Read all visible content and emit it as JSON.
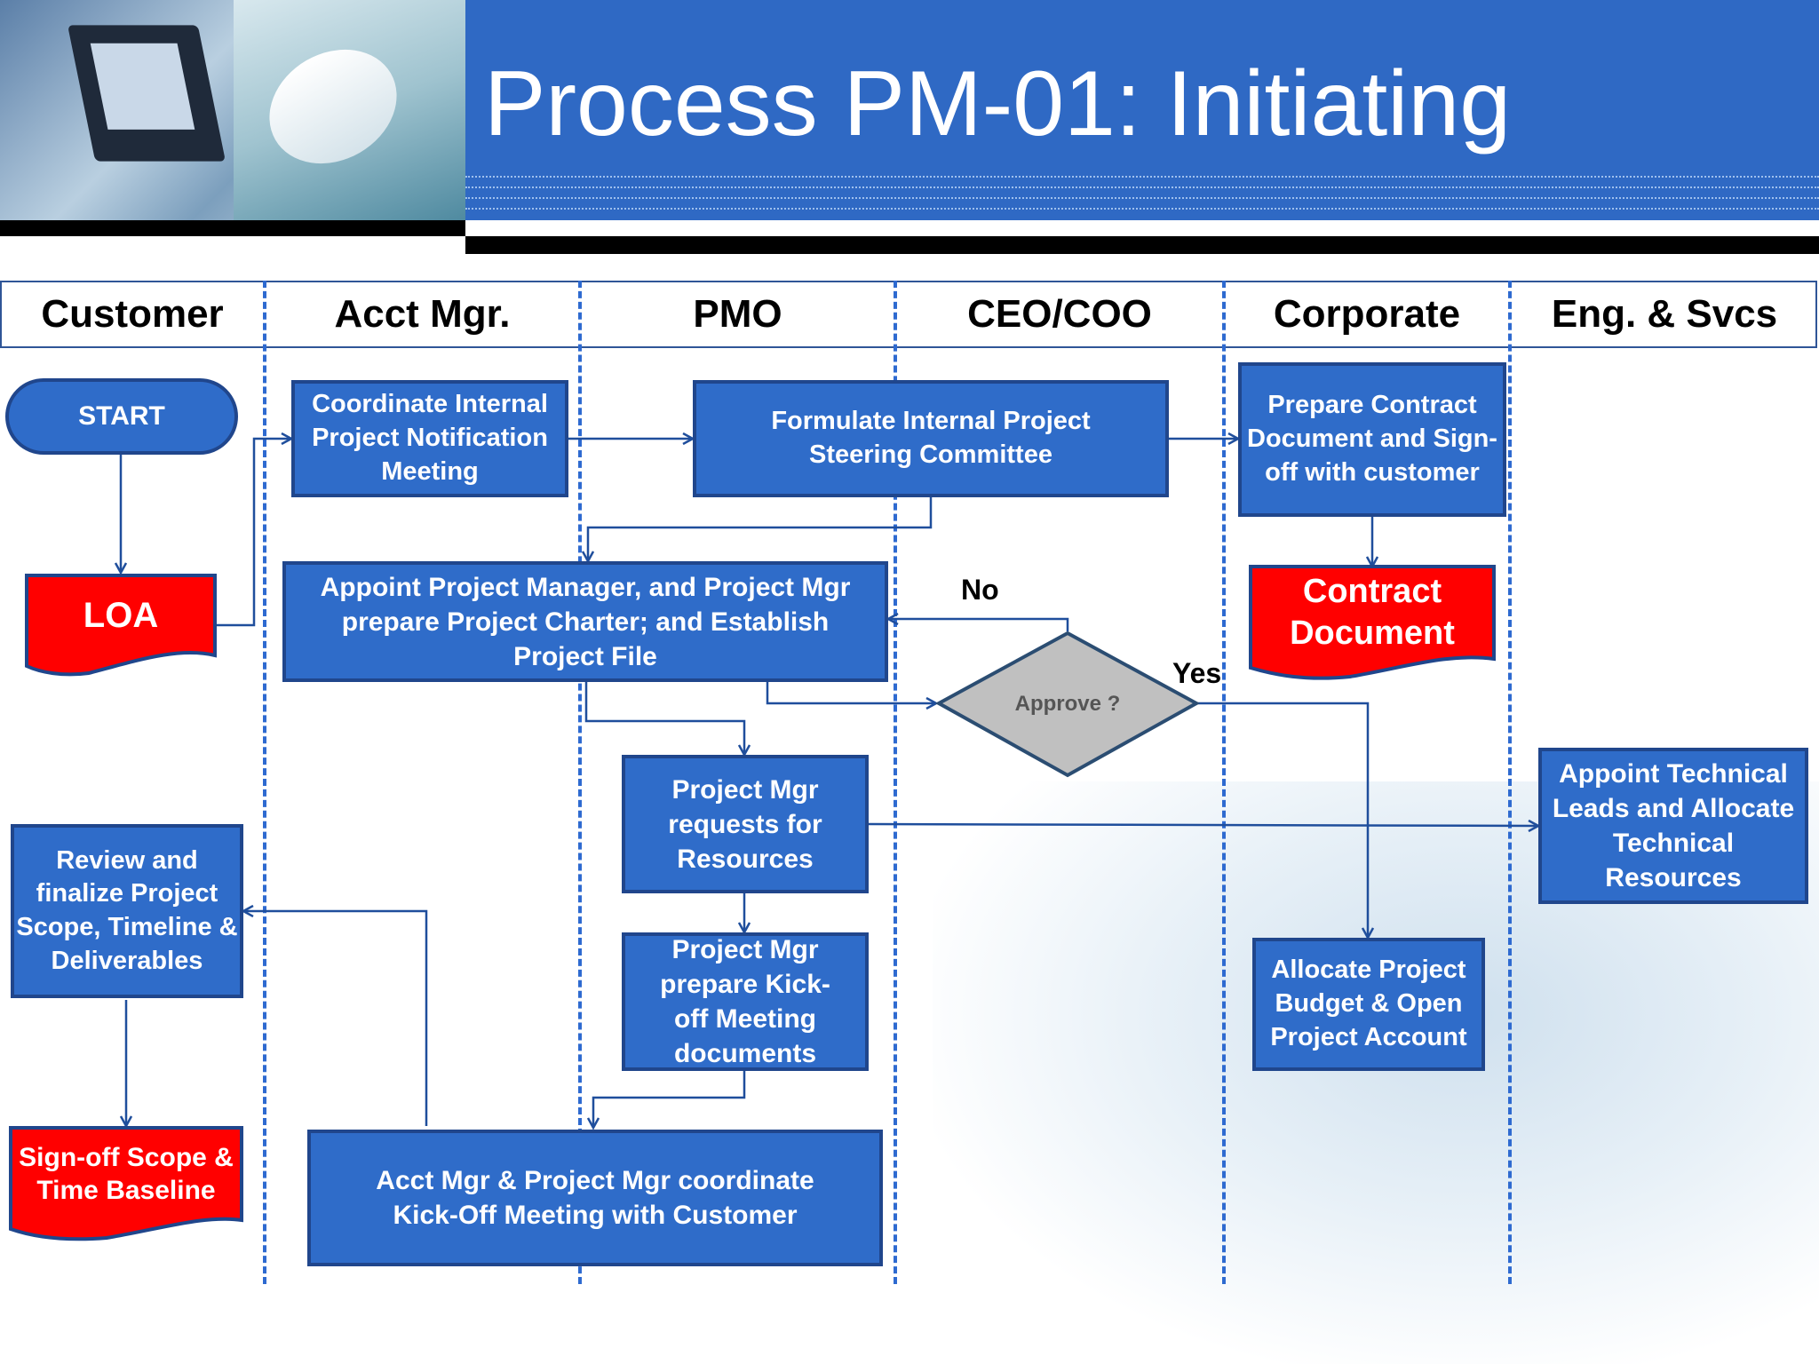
{
  "header": {
    "title": "Process PM-01: Initiating"
  },
  "lanes": [
    "Customer",
    "Acct Mgr.",
    "PMO",
    "CEO/COO",
    "Corporate",
    "Eng. & Svcs"
  ],
  "nodes": {
    "start": "START",
    "loa": "LOA",
    "coordinate": "Coordinate Internal Project Notification Meeting",
    "formulate": "Formulate Internal Project Steering Committee",
    "prepare_contract": "Prepare Contract Document and Sign-off with customer",
    "contract_document": "Contract Document",
    "appoint_pm": "Appoint  Project Manager, and Project Mgr prepare Project Charter; and Establish Project File",
    "approve": "Approve ?",
    "requests_resources": "Project Mgr requests for Resources",
    "appoint_tech": "Appoint Technical Leads and Allocate Technical Resources",
    "review": "Review and finalize Project Scope, Timeline & Deliverables",
    "kickoff_docs": "Project Mgr prepare Kick-off Meeting documents",
    "allocate_budget": "Allocate Project Budget & Open Project Account",
    "signoff": "Sign-off Scope & Time Baseline",
    "kickoff_meeting": "Acct Mgr & Project Mgr coordinate Kick-Off Meeting with Customer"
  },
  "edge_labels": {
    "no": "No",
    "yes": "Yes"
  },
  "colors": {
    "header_blue": "#2f69c4",
    "box_blue": "#2f6cc9",
    "box_border": "#20468c",
    "document_red": "#ff0000",
    "decision_gray": "#c0c0c0",
    "connector": "#1f4e9c"
  }
}
